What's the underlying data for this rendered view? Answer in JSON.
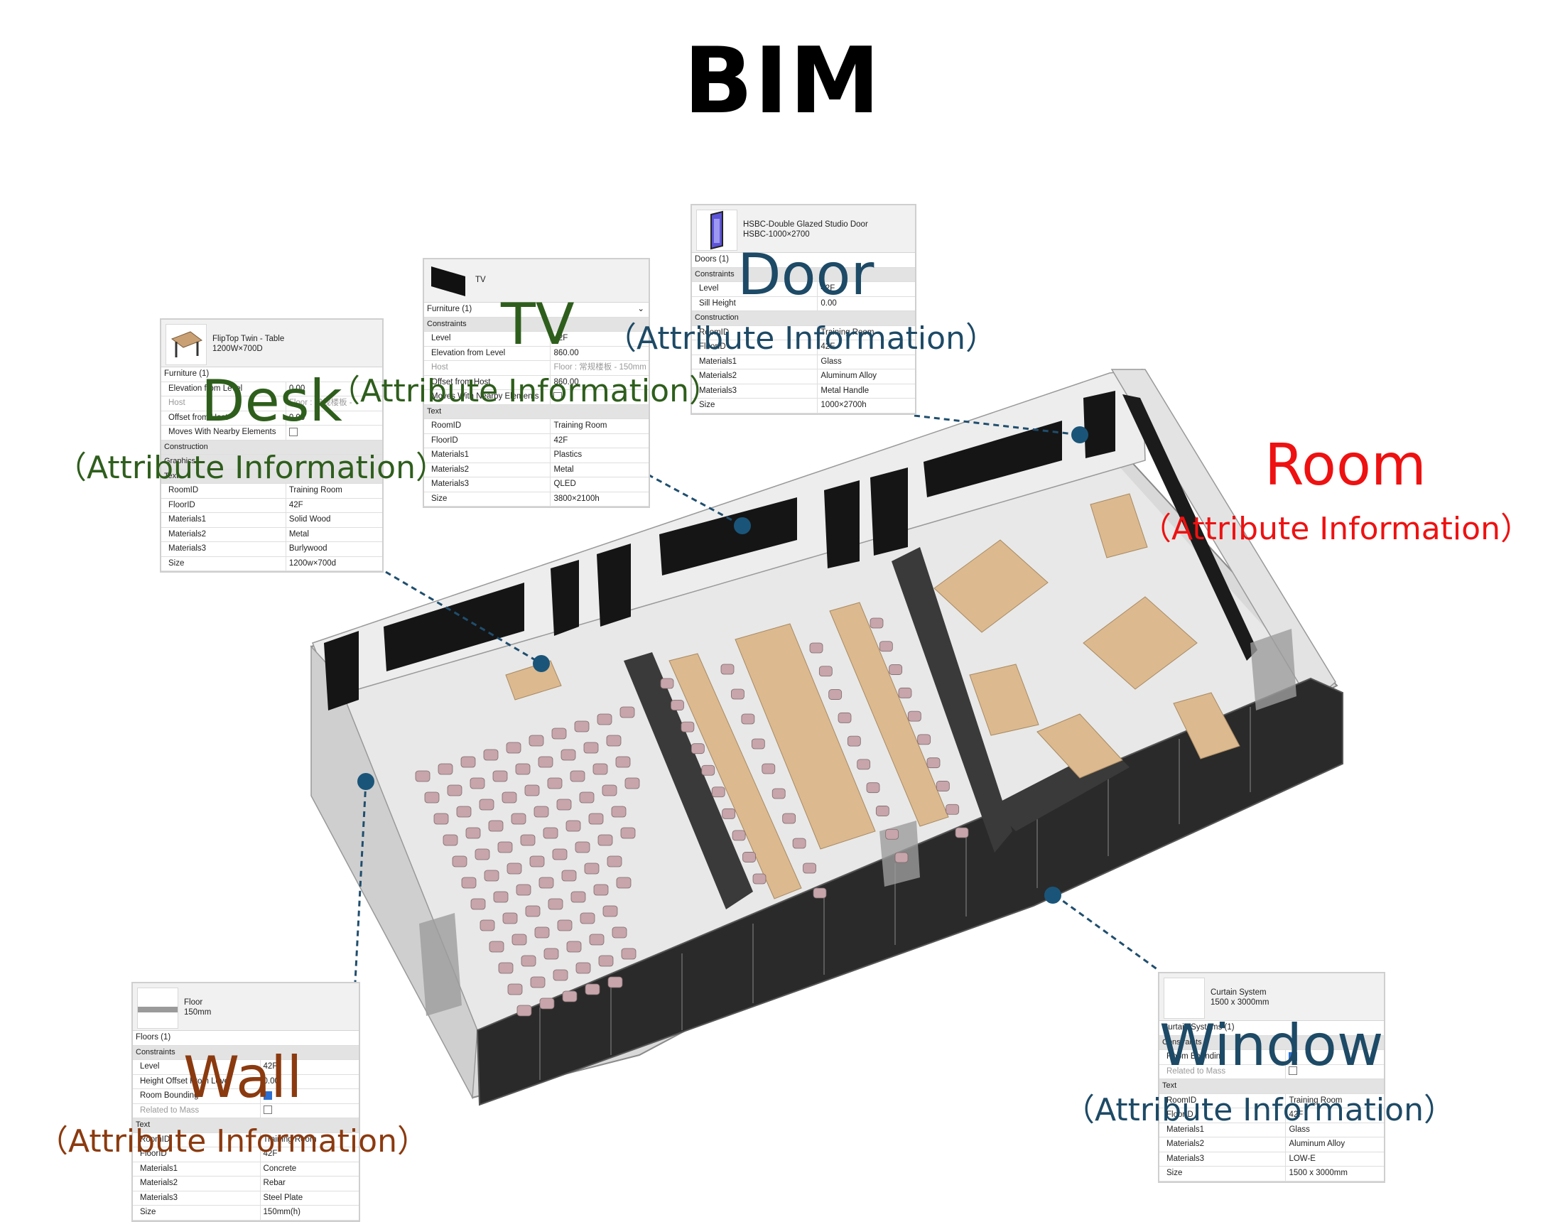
{
  "title": "BIM",
  "labels": {
    "desk": {
      "name": "Desk",
      "sub": "（Attribute Information）"
    },
    "tv": {
      "name": "TV",
      "sub": "（Attribute Information）"
    },
    "door": {
      "name": "Door",
      "sub": "（Attribute Information）"
    },
    "room": {
      "name": "Room",
      "sub": "（Attribute Information）"
    },
    "wall": {
      "name": "Wall",
      "sub": "（Attribute Information）"
    },
    "window": {
      "name": "Window",
      "sub": "（Attribute Information）"
    }
  },
  "panels": {
    "desk": {
      "type_line1": "FlipTop Twin - Table",
      "type_line2": "1200W×700D",
      "count": "Furniture (1)",
      "rows": [
        {
          "k": "Elevation from Level",
          "v": "0.00"
        },
        {
          "k": "Host",
          "v": "Floor : 常规楼板 -"
        },
        {
          "k": "Offset from Host",
          "v": "0.00"
        },
        {
          "k": "Moves With Nearby Elements",
          "v": ""
        },
        {
          "k": "Construction",
          "v": ""
        },
        {
          "k": "Graphics",
          "v": ""
        },
        {
          "k": "Text",
          "v": ""
        },
        {
          "k": "RoomID",
          "v": "Training Room"
        },
        {
          "k": "FloorID",
          "v": "42F"
        },
        {
          "k": "Materials1",
          "v": "Solid Wood"
        },
        {
          "k": "Materials2",
          "v": "Metal"
        },
        {
          "k": "Materials3",
          "v": "Burlywood"
        },
        {
          "k": "Size",
          "v": "1200w×700d"
        }
      ]
    },
    "tv": {
      "type_line1": "TV",
      "count": "Furniture (1)",
      "rows": [
        {
          "k": "Constraints",
          "v": ""
        },
        {
          "k": "Level",
          "v": "42F"
        },
        {
          "k": "Elevation from Level",
          "v": "860.00"
        },
        {
          "k": "Host",
          "v": "Floor : 常规楼板 - 150mm"
        },
        {
          "k": "Offset from Host",
          "v": "860.00"
        },
        {
          "k": "Moves With Nearby Elements",
          "v": ""
        },
        {
          "k": "Text",
          "v": ""
        },
        {
          "k": "RoomID",
          "v": "Training Room"
        },
        {
          "k": "FloorID",
          "v": "42F"
        },
        {
          "k": "Materials1",
          "v": "Plastics"
        },
        {
          "k": "Materials2",
          "v": "Metal"
        },
        {
          "k": "Materials3",
          "v": "QLED"
        },
        {
          "k": "Size",
          "v": "3800×2100h"
        }
      ]
    },
    "door": {
      "type_line1": "HSBC-Double Glazed Studio Door",
      "type_line2": "HSBC-1000×2700",
      "count": "Doors (1)",
      "rows": [
        {
          "k": "Constraints",
          "v": ""
        },
        {
          "k": "Level",
          "v": "42F"
        },
        {
          "k": "Sill Height",
          "v": "0.00"
        },
        {
          "k": "Construction",
          "v": ""
        },
        {
          "k": "RoomID",
          "v": "Training Room"
        },
        {
          "k": "FloorID",
          "v": "42F"
        },
        {
          "k": "Materials1",
          "v": "Glass"
        },
        {
          "k": "Materials2",
          "v": "Aluminum Alloy"
        },
        {
          "k": "Materials3",
          "v": "Metal Handle"
        },
        {
          "k": "Size",
          "v": "1000×2700h"
        }
      ]
    },
    "wall": {
      "type_line1": "Floor",
      "type_line2": "150mm",
      "count": "Floors (1)",
      "rows": [
        {
          "k": "Constraints",
          "v": ""
        },
        {
          "k": "Level",
          "v": "42F"
        },
        {
          "k": "Height Offset From Level",
          "v": "0.00"
        },
        {
          "k": "Room Bounding",
          "v": ""
        },
        {
          "k": "Related to Mass",
          "v": ""
        },
        {
          "k": "Text",
          "v": ""
        },
        {
          "k": "RoomID",
          "v": "Training Room"
        },
        {
          "k": "FloorID",
          "v": "42F"
        },
        {
          "k": "Materials1",
          "v": "Concrete"
        },
        {
          "k": "Materials2",
          "v": "Rebar"
        },
        {
          "k": "Materials3",
          "v": "Steel Plate"
        },
        {
          "k": "Size",
          "v": "150mm(h)"
        }
      ]
    },
    "window": {
      "type_line1": "Curtain System",
      "type_line2": "1500 x 3000mm",
      "count": "Curtain Systems (1)",
      "rows": [
        {
          "k": "Constraints",
          "v": ""
        },
        {
          "k": "Room Bounding",
          "v": ""
        },
        {
          "k": "Related to Mass",
          "v": ""
        },
        {
          "k": "Text",
          "v": ""
        },
        {
          "k": "RoomID",
          "v": "Training Room"
        },
        {
          "k": "FloorID",
          "v": "42F"
        },
        {
          "k": "Materials1",
          "v": "Glass"
        },
        {
          "k": "Materials2",
          "v": "Aluminum Alloy"
        },
        {
          "k": "Materials3",
          "v": "LOW-E"
        },
        {
          "k": "Size",
          "v": "1500 x 3000mm"
        }
      ]
    }
  }
}
